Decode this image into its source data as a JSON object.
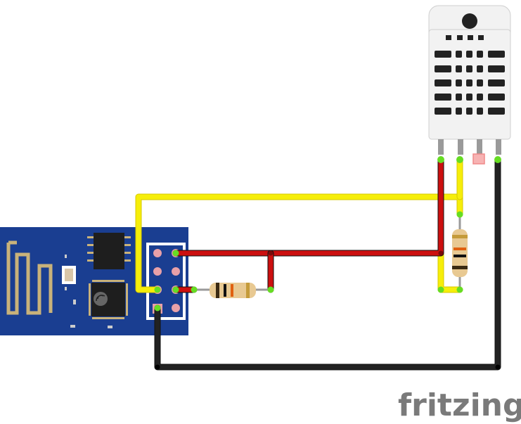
{
  "branding": {
    "logo_text": "fritzing"
  },
  "colors": {
    "background": "#ffffff",
    "esp_board": "#1a3e91",
    "esp_board_edge": "#12307a",
    "antenna_trace": "#c9b27a",
    "chip": "#1e1e1e",
    "header_bg": "#ffffff",
    "pin_pink": "#e8a0a8",
    "sensor_body": "#f2f2f2",
    "sensor_vent": "#222222",
    "wire_red": "#cc0f0f",
    "wire_yellow": "#f6ee0a",
    "wire_black": "#222222",
    "resistor_body": "#e8c992",
    "connection_green": "#66dd22",
    "logo_gray": "#7a7a7a"
  },
  "components": {
    "esp_module": {
      "kind": "wifi-module"
    },
    "dht_sensor": {
      "kind": "temperature-humidity-sensor",
      "pins": 4
    },
    "resistor_left": {
      "kind": "resistor"
    },
    "resistor_right": {
      "kind": "resistor"
    }
  }
}
